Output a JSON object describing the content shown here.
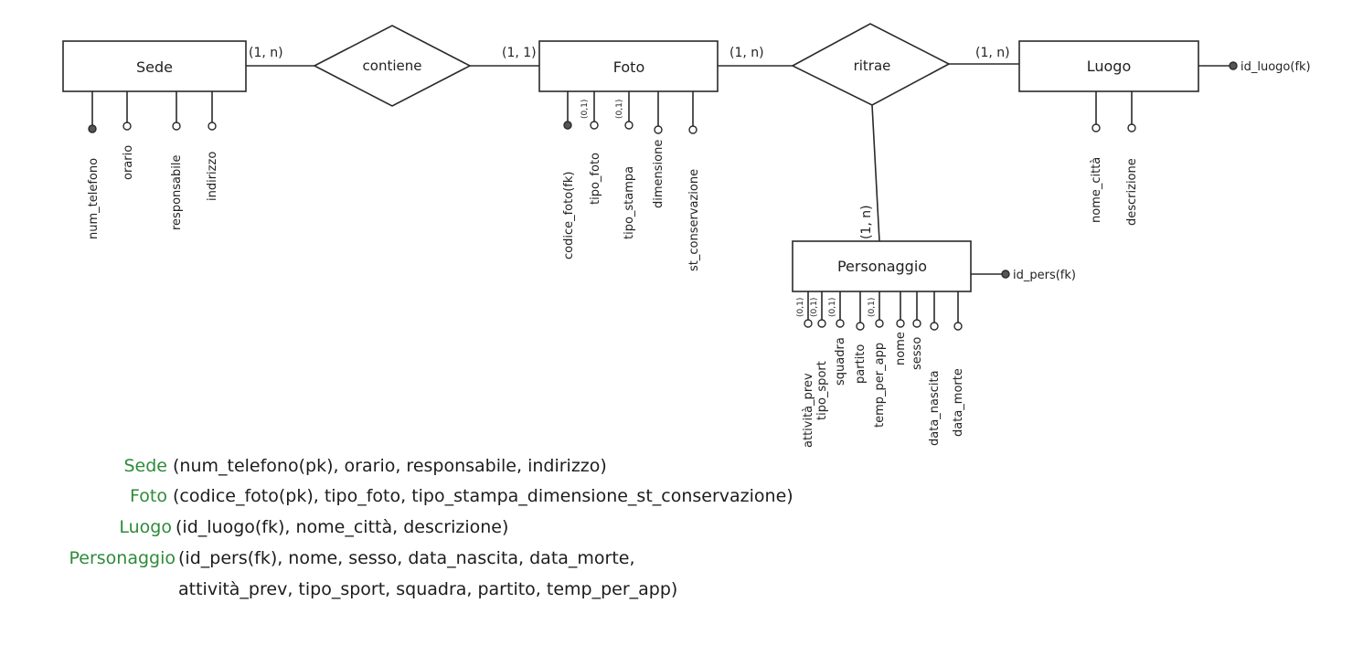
{
  "entities": {
    "sede": "Sede",
    "foto": "Foto",
    "luogo": "Luogo",
    "personaggio": "Personaggio"
  },
  "relationships": {
    "contiene": "contiene",
    "ritrae": "ritrae"
  },
  "cardinalities": {
    "sede_contiene": "(1, n)",
    "foto_contiene": "(1, 1)",
    "foto_ritrae": "(1, n)",
    "luogo_ritrae": "(1, n)",
    "personaggio_ritrae": "(1, n)"
  },
  "attributes": {
    "sede": [
      "num_telefono",
      "orario",
      "responsabile",
      "indirizzo"
    ],
    "foto": [
      "codice_foto(fk)",
      "tipo_foto",
      "tipo_stampa",
      "dimensione",
      "st_conservazione"
    ],
    "foto_opt": [
      "(0,1)",
      "(0,1)"
    ],
    "luogo": [
      "nome_città",
      "descrizione"
    ],
    "luogo_key": "id_luogo(fk)",
    "personaggio": [
      "attività_prev",
      "tipo_sport",
      "squadra",
      "partito",
      "temp_per_app",
      "nome",
      "sesso",
      "data_nascita",
      "data_morte"
    ],
    "personaggio_opt": [
      "(0,1)",
      "(0,1)",
      "(0,1)",
      "(0,1)"
    ],
    "personaggio_key": "id_pers(fk)"
  },
  "schema": [
    {
      "name": "Sede",
      "fields": "(num_telefono(pk), orario, responsabile, indirizzo)"
    },
    {
      "name": "Foto",
      "fields": "(codice_foto(pk), tipo_foto, tipo_stampa_dimensione_st_conservazione)"
    },
    {
      "name": "Luogo",
      "fields": "(id_luogo(fk), nome_città, descrizione)"
    },
    {
      "name": "Personaggio",
      "fields": "(id_pers(fk), nome, sesso, data_nascita, data_morte,"
    },
    {
      "name": "",
      "fields": "attività_prev, tipo_sport, squadra, partito, temp_per_app)"
    }
  ],
  "colors": {
    "ink": "#2a2a2a",
    "schema_name": "#2e8b3a"
  }
}
